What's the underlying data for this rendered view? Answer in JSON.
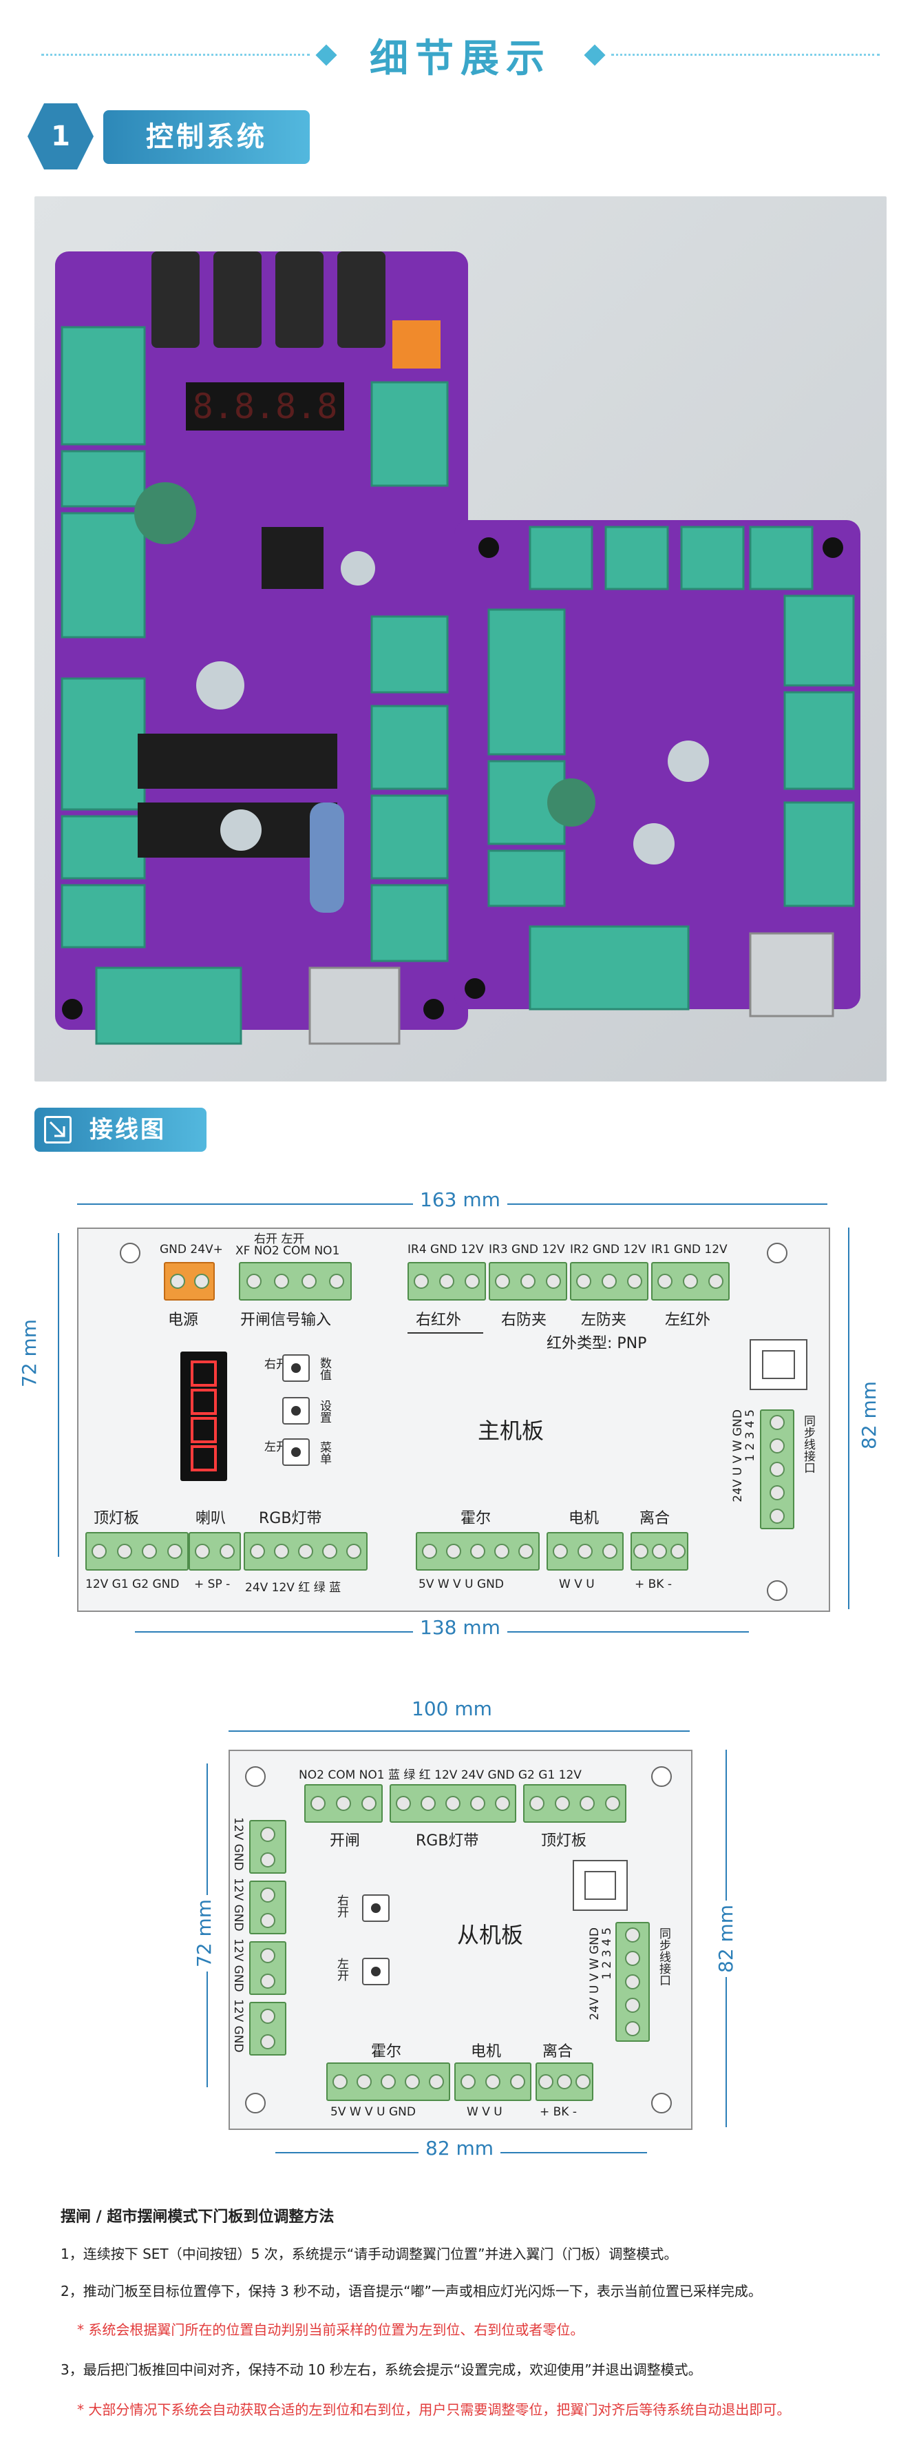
{
  "header": {
    "title": "细节展示"
  },
  "sections": {
    "control": {
      "number": "1",
      "title": "控制系统"
    },
    "wiring": {
      "title": "接线图"
    }
  },
  "main_board": {
    "name": "主机板",
    "dim_top": "163 mm",
    "dim_bottom": "138 mm",
    "dim_left": "72 mm",
    "dim_right": "82 mm",
    "power_pins": "GND 24V+",
    "power_label": "电源",
    "signal_pins_top": "右开        左开",
    "signal_pins": "XF NO2 COM NO1",
    "signal_label": "开闸信号输入",
    "ir_pins": [
      "IR4 GND 12V",
      "IR3 GND 12V",
      "IR2 GND 12V",
      "IR1 GND 12V"
    ],
    "ir_labels": [
      "右红外",
      "右防夹",
      "左防夹",
      "左红外"
    ],
    "ir_type": "红外类型:  PNP",
    "buttons": [
      {
        "top": "右开",
        "side": "数值"
      },
      {
        "top": "",
        "side": "设置"
      },
      {
        "top": "左开",
        "side": "菜单"
      }
    ],
    "sync_label": "同步线接口",
    "sync_pins": "24V U V W GND",
    "sync_nums": "1 2 3 4 5",
    "bottom_groups": [
      {
        "label": "顶灯板",
        "pins": "12V G1 G2 GND"
      },
      {
        "label": "喇叭",
        "pins": "+ SP -"
      },
      {
        "label": "RGB灯带",
        "pins": "24V 12V 红 绿 蓝"
      },
      {
        "label": "霍尔",
        "pins": "5V W V U GND"
      },
      {
        "label": "电机",
        "pins": "W V U"
      },
      {
        "label": "离合",
        "pins": "+ BK -"
      }
    ]
  },
  "slave_board": {
    "name": "从机板",
    "dim_top": "100 mm",
    "dim_bottom": "82 mm",
    "dim_left": "72 mm",
    "dim_right": "82 mm",
    "top_pins": "NO2 COM NO1  蓝  绿  红  12V  24V    GND G2  G1  12V",
    "top_labels": [
      "开闸",
      "RGB灯带",
      "顶灯板"
    ],
    "left_pins": [
      "12V GND",
      "12V GND",
      "12V GND",
      "12V GND"
    ],
    "buttons": [
      "右开",
      "左开"
    ],
    "sync_label": "同步线接口",
    "sync_pins": "24V U V W GND",
    "sync_nums": "1 2 3 4 5",
    "bottom_groups": [
      {
        "label": "霍尔",
        "pins": "5V  W   V   U  GND"
      },
      {
        "label": "电机",
        "pins": "W  V  U"
      },
      {
        "label": "离合",
        "pins": "+ BK -"
      }
    ]
  },
  "notes": {
    "title": "摆闸 / 超市摆闸模式下门板到位调整方法",
    "step1": "1，连续按下 SET（中间按钮）5 次，系统提示“请手动调整翼门位置”并进入翼门（门板）调整模式。",
    "step2": "2，推动门板至目标位置停下，保持 3 秒不动，语音提示“嘟”一声或相应灯光闪烁一下，表示当前位置已采样完成。",
    "note1": "* 系统会根据翼门所在的位置自动判别当前采样的位置为左到位、右到位或者零位。",
    "step3": "3，最后把门板推回中间对齐，保持不动 10 秒左右，系统会提示“设置完成，欢迎使用”并退出调整模式。",
    "note2": "* 大部分情况下系统会自动获取合适的左到位和右到位，用户只需要调整零位，把翼门对齐后等待系统自动退出即可。"
  },
  "colors": {
    "accent": "#3aa6c9",
    "pcb": "#7b2fb0",
    "terminal": "#3fb59b",
    "red_note": "#e23b3b"
  }
}
